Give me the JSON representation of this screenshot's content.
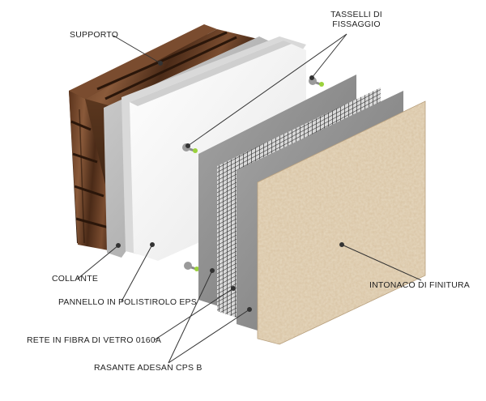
{
  "labels": {
    "supporto": "SUPPORTO",
    "tasselli_line1": "TASSELLI DI",
    "tasselli_line2": "FISSAGGIO",
    "collante": "COLLANTE",
    "pannello": "PANNELLO IN POLISTIROLO EPS",
    "rete": "RETE IN FIBRA DI VETRO 0160A",
    "rasante": "RASANTE ADESAN CPS B",
    "intonaco": "INTONACO DI FINITURA"
  },
  "colors": {
    "wood_dark": "#4a2a17",
    "wood_light": "#8a5a3a",
    "adhesive": "#b9b9b9",
    "eps_panel": "#f4f4f4",
    "mesh": "#3c3c3c",
    "basecoat": "#8e8e8e",
    "finish_plaster": "#d8c3a3",
    "leader_lines": "#333333",
    "dowel_tip": "#9bd23c"
  },
  "icons": [
    "wood-wall-icon",
    "dowel-icon",
    "mesh-grid-icon",
    "plaster-texture-icon"
  ]
}
